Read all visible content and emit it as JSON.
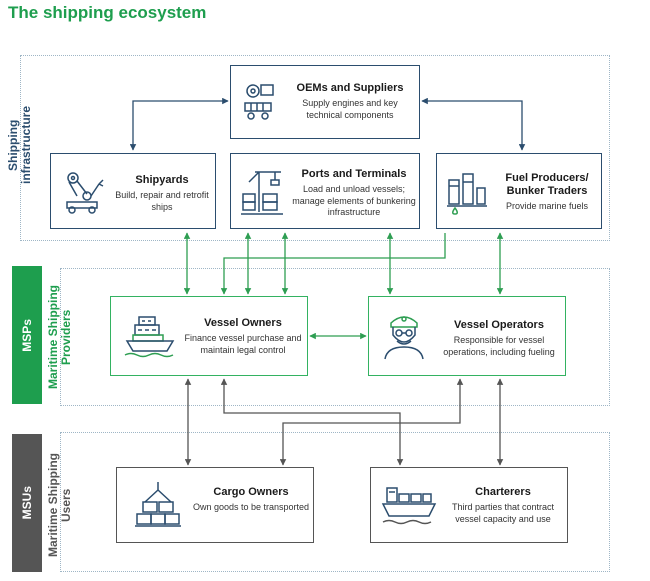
{
  "title": "The shipping ecosystem",
  "layers": {
    "infrastructure": "Shipping infrastructure",
    "msp_band": "MSPs",
    "msp_side": "Maritime Shipping Providers",
    "msu_band": "MSUs",
    "msu_side": "Maritime Shipping Users"
  },
  "nodes": {
    "oems": {
      "title": "OEMs and Suppliers",
      "desc": "Supply engines and key technical components",
      "icon": "gear-parts-icon"
    },
    "shipyards": {
      "title": "Shipyards",
      "desc": "Build, repair and retrofit ships",
      "icon": "robotic-arm-icon"
    },
    "ports": {
      "title": "Ports and Terminals",
      "desc": "Load and unload vessels; manage elements of bunkering infrastructure",
      "icon": "port-crane-icon"
    },
    "fuel": {
      "title": "Fuel Producers/ Bunker Traders",
      "desc": "Provide marine fuels",
      "icon": "refinery-icon"
    },
    "owners": {
      "title": "Vessel Owners",
      "desc": "Finance vessel purchase and maintain legal control",
      "icon": "ship-bridge-icon"
    },
    "operators": {
      "title": "Vessel Operators",
      "desc": "Responsible for vessel operations, including fueling",
      "icon": "captain-icon"
    },
    "cargo": {
      "title": "Cargo Owners",
      "desc": "Own goods to be transported",
      "icon": "cargo-boxes-icon"
    },
    "charterers": {
      "title": "Charterers",
      "desc": "Third parties that contract vessel capacity and use",
      "icon": "container-ship-icon"
    }
  },
  "colors": {
    "title": "#1e9e4e",
    "infra": "#2b4d6e",
    "msp": "#33b261",
    "msu": "#555555"
  }
}
